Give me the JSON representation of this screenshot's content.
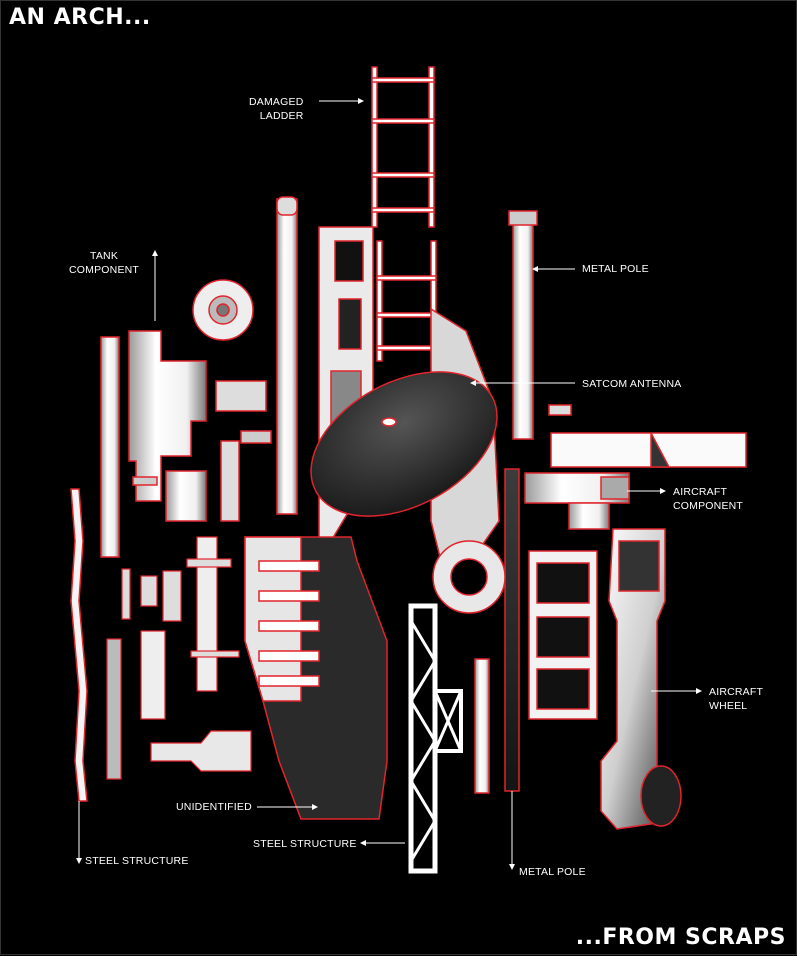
{
  "title_top": "AN ARCH...",
  "title_bottom": "...FROM SCRAPS",
  "colors": {
    "background": "#000000",
    "outline": "#e0242c",
    "part": "#ffffff",
    "label": "#ffffff"
  },
  "labels": {
    "damaged_ladder": [
      "DAMAGED",
      "LADDER"
    ],
    "tank_component": [
      "TANK",
      "COMPONENT"
    ],
    "metal_pole_top": "METAL POLE",
    "satcom_antenna": "SATCOM ANTENNA",
    "aircraft_component": [
      "AIRCRAFT",
      "COMPONENT"
    ],
    "aircraft_wheel": [
      "AIRCRAFT",
      "WHEEL"
    ],
    "unidentified": "UNIDENTIFIED",
    "steel_structure_left": "STEEL STRUCTURE",
    "steel_structure_center": "STEEL STRUCTURE",
    "metal_pole_bottom": "METAL POLE"
  }
}
